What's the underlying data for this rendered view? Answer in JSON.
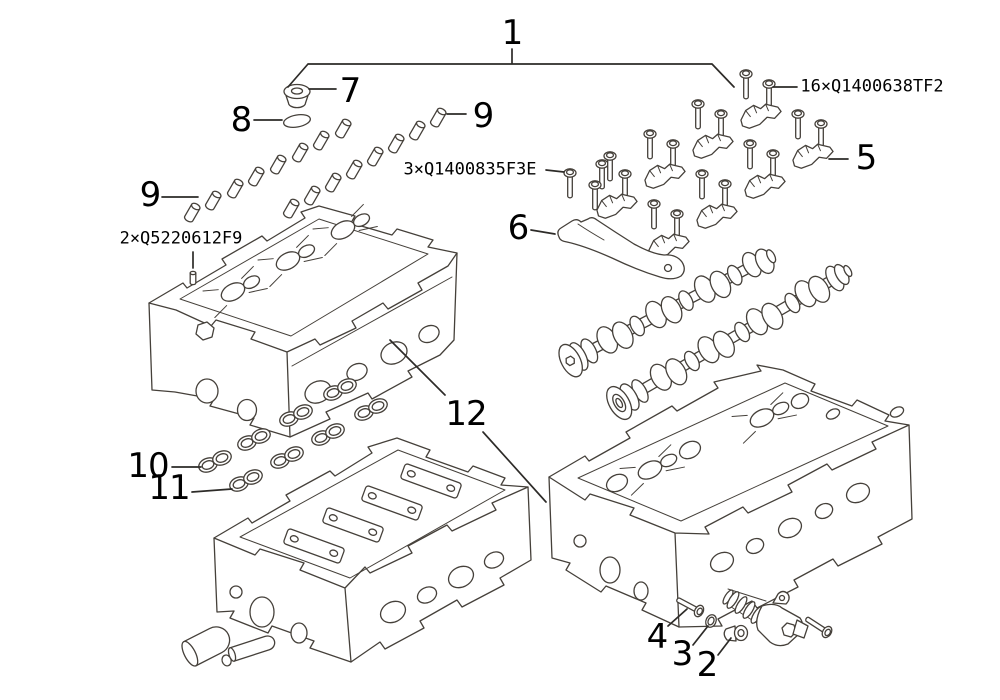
{
  "diagram": {
    "title_hint": "cylinder head exploded parts diagram",
    "colors": {
      "background": "#ffffff",
      "line": "#45403a",
      "text": "#000000"
    },
    "callouts": {
      "c1": "1",
      "c2": "2",
      "c3": "3",
      "c4": "4",
      "c5": "5",
      "c6": "6",
      "c7": "7",
      "c8": "8",
      "c9a": "9",
      "c9b": "9",
      "c10": "10",
      "c11": "11",
      "c12": "12"
    },
    "part_numbers": {
      "bearing_cap_bolts": "16×Q1400638TF2",
      "camshaft_bolts": "3×Q1400835F3E",
      "dowel_studs": "2×Q5220612F9"
    }
  }
}
